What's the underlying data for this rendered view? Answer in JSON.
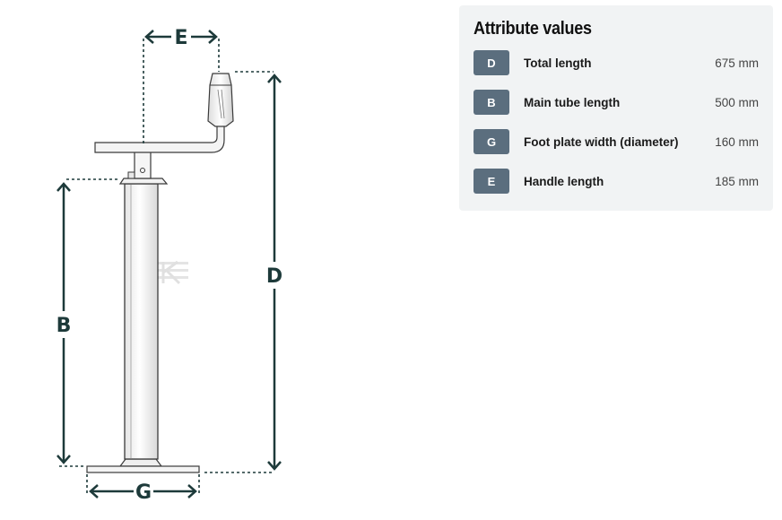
{
  "diagram": {
    "labels": {
      "d": "D",
      "b": "B",
      "g": "G",
      "e": "E"
    },
    "colors": {
      "dimension": "#1d3a3a",
      "outline": "#3a3a3a",
      "watermark": "#d5d5d5"
    }
  },
  "attributes": {
    "title": "Attribute values",
    "rows": [
      {
        "code": "D",
        "name": "Total length",
        "value": "675 mm"
      },
      {
        "code": "B",
        "name": "Main tube length",
        "value": "500 mm"
      },
      {
        "code": "G",
        "name": "Foot plate width (diameter)",
        "value": "160 mm"
      },
      {
        "code": "E",
        "name": "Handle length",
        "value": "185 mm"
      }
    ],
    "colors": {
      "panel_bg": "#f1f3f4",
      "badge_bg": "#5b6e7e"
    }
  }
}
